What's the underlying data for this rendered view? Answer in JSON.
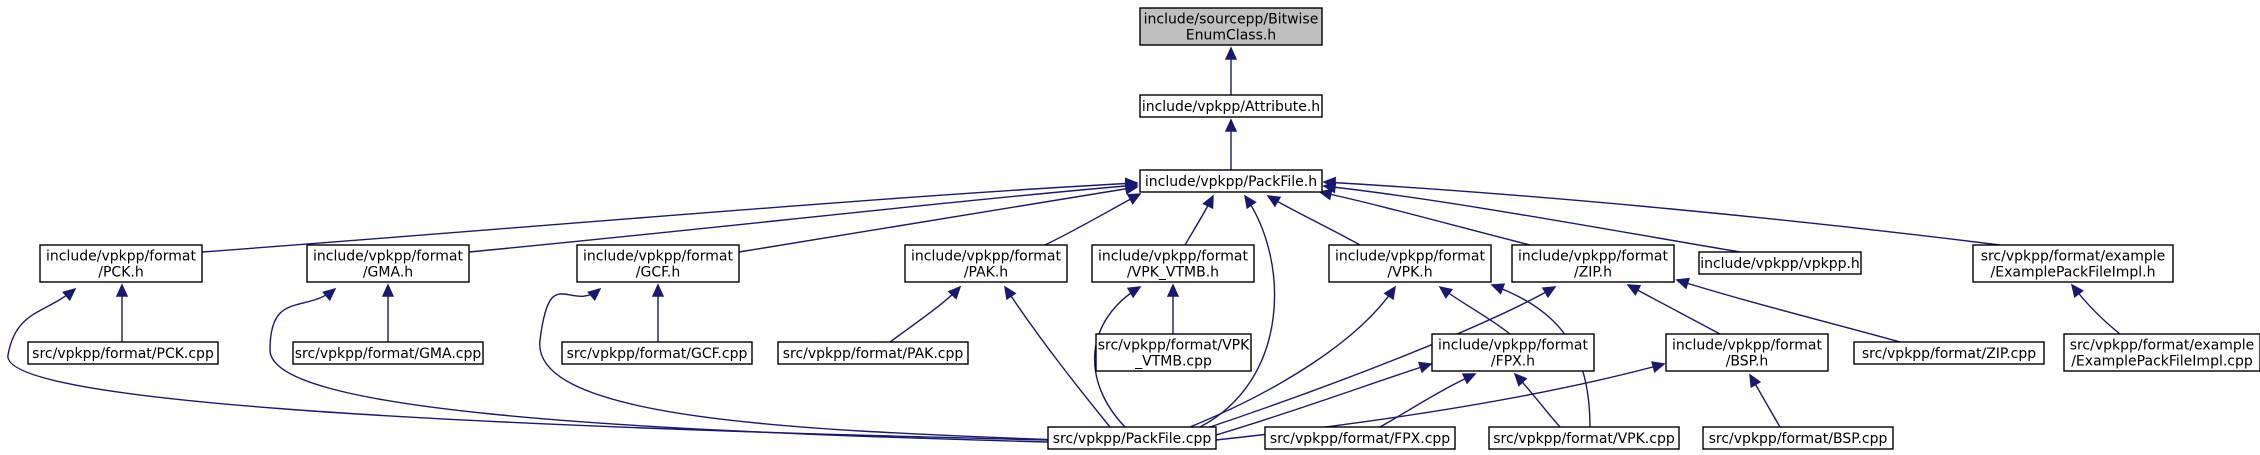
{
  "diagram": {
    "type": "include-dependency-graph",
    "colors": {
      "edge": "#191970",
      "root_fill": "#bfbfbf",
      "node_fill": "#ffffff",
      "node_border": "#000000"
    },
    "nodes": [
      {
        "id": "bitwise",
        "lines": [
          "include/sourcepp/Bitwise",
          "EnumClass.h"
        ],
        "root": true
      },
      {
        "id": "attribute",
        "lines": [
          "include/vpkpp/Attribute.h"
        ]
      },
      {
        "id": "packfile_h",
        "lines": [
          "include/vpkpp/PackFile.h"
        ]
      },
      {
        "id": "pck_h",
        "lines": [
          "include/vpkpp/format",
          "/PCK.h"
        ]
      },
      {
        "id": "gma_h",
        "lines": [
          "include/vpkpp/format",
          "/GMA.h"
        ]
      },
      {
        "id": "gcf_h",
        "lines": [
          "include/vpkpp/format",
          "/GCF.h"
        ]
      },
      {
        "id": "pak_h",
        "lines": [
          "include/vpkpp/format",
          "/PAK.h"
        ]
      },
      {
        "id": "vpkvtmb_h",
        "lines": [
          "include/vpkpp/format",
          "/VPK_VTMB.h"
        ]
      },
      {
        "id": "vpk_h",
        "lines": [
          "include/vpkpp/format",
          "/VPK.h"
        ]
      },
      {
        "id": "zip_h",
        "lines": [
          "include/vpkpp/format",
          "/ZIP.h"
        ]
      },
      {
        "id": "vpkpp_h",
        "lines": [
          "include/vpkpp/vpkpp.h"
        ]
      },
      {
        "id": "example_h",
        "lines": [
          "src/vpkpp/format/example",
          "/ExamplePackFileImpl.h"
        ]
      },
      {
        "id": "pck_cpp",
        "lines": [
          "src/vpkpp/format/PCK.cpp"
        ]
      },
      {
        "id": "gma_cpp",
        "lines": [
          "src/vpkpp/format/GMA.cpp"
        ]
      },
      {
        "id": "gcf_cpp",
        "lines": [
          "src/vpkpp/format/GCF.cpp"
        ]
      },
      {
        "id": "pak_cpp",
        "lines": [
          "src/vpkpp/format/PAK.cpp"
        ]
      },
      {
        "id": "vpkvtmb_cpp",
        "lines": [
          "src/vpkpp/format/VPK",
          "_VTMB.cpp"
        ]
      },
      {
        "id": "fpx_h",
        "lines": [
          "include/vpkpp/format",
          "/FPX.h"
        ]
      },
      {
        "id": "bsp_h",
        "lines": [
          "include/vpkpp/format",
          "/BSP.h"
        ]
      },
      {
        "id": "zip_cpp",
        "lines": [
          "src/vpkpp/format/ZIP.cpp"
        ]
      },
      {
        "id": "example_cpp",
        "lines": [
          "src/vpkpp/format/example",
          "/ExamplePackFileImpl.cpp"
        ]
      },
      {
        "id": "packfile_cpp",
        "lines": [
          "src/vpkpp/PackFile.cpp"
        ]
      },
      {
        "id": "fpx_cpp",
        "lines": [
          "src/vpkpp/format/FPX.cpp"
        ]
      },
      {
        "id": "vpk_cpp",
        "lines": [
          "src/vpkpp/format/VPK.cpp"
        ]
      },
      {
        "id": "bsp_cpp",
        "lines": [
          "src/vpkpp/format/BSP.cpp"
        ]
      }
    ],
    "edges": [
      {
        "from": "attribute",
        "to": "bitwise"
      },
      {
        "from": "packfile_h",
        "to": "attribute"
      },
      {
        "from": "pck_h",
        "to": "packfile_h"
      },
      {
        "from": "gma_h",
        "to": "packfile_h"
      },
      {
        "from": "gcf_h",
        "to": "packfile_h"
      },
      {
        "from": "pak_h",
        "to": "packfile_h"
      },
      {
        "from": "vpkvtmb_h",
        "to": "packfile_h"
      },
      {
        "from": "packfile_cpp",
        "to": "packfile_h"
      },
      {
        "from": "vpk_h",
        "to": "packfile_h"
      },
      {
        "from": "zip_h",
        "to": "packfile_h"
      },
      {
        "from": "vpkpp_h",
        "to": "packfile_h"
      },
      {
        "from": "example_h",
        "to": "packfile_h"
      },
      {
        "from": "pck_cpp",
        "to": "pck_h"
      },
      {
        "from": "packfile_cpp",
        "to": "pck_h"
      },
      {
        "from": "gma_cpp",
        "to": "gma_h"
      },
      {
        "from": "packfile_cpp",
        "to": "gma_h"
      },
      {
        "from": "gcf_cpp",
        "to": "gcf_h"
      },
      {
        "from": "packfile_cpp",
        "to": "gcf_h"
      },
      {
        "from": "pak_cpp",
        "to": "pak_h"
      },
      {
        "from": "packfile_cpp",
        "to": "pak_h"
      },
      {
        "from": "vpkvtmb_cpp",
        "to": "vpkvtmb_h"
      },
      {
        "from": "packfile_cpp",
        "to": "vpkvtmb_h"
      },
      {
        "from": "packfile_cpp",
        "to": "vpk_h"
      },
      {
        "from": "fpx_h",
        "to": "vpk_h"
      },
      {
        "from": "vpk_cpp",
        "to": "vpk_h"
      },
      {
        "from": "packfile_cpp",
        "to": "zip_h"
      },
      {
        "from": "bsp_h",
        "to": "zip_h"
      },
      {
        "from": "zip_cpp",
        "to": "zip_h"
      },
      {
        "from": "example_cpp",
        "to": "example_h"
      },
      {
        "from": "packfile_cpp",
        "to": "fpx_h"
      },
      {
        "from": "fpx_cpp",
        "to": "fpx_h"
      },
      {
        "from": "vpk_cpp",
        "to": "fpx_h"
      },
      {
        "from": "packfile_cpp",
        "to": "bsp_h"
      },
      {
        "from": "bsp_cpp",
        "to": "bsp_h"
      }
    ]
  }
}
